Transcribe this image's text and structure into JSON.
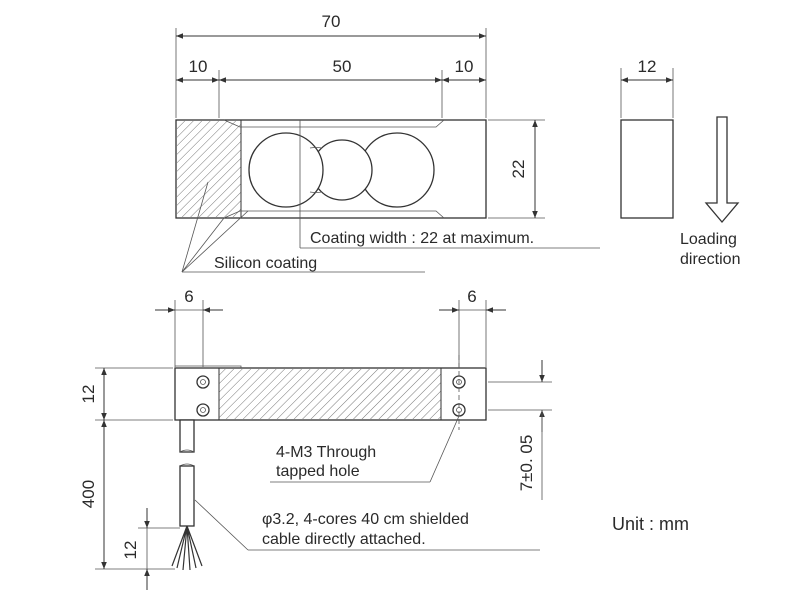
{
  "top_view": {
    "dims": {
      "overall": "70",
      "left_end": "10",
      "middle": "50",
      "right_end": "10",
      "height": "22"
    },
    "coating_note": "Coating width : 22 at maximum.",
    "silicon_label": "Silicon coating"
  },
  "side_view": {
    "width": "12"
  },
  "loading_label": [
    "Loading",
    "direction"
  ],
  "front_view": {
    "dims": {
      "left_hole": "6",
      "right_hole": "6",
      "height": "12",
      "cable_length": "400",
      "wire_length": "12",
      "offset": "7±0. 05"
    },
    "hole_note": [
      "4-M3 Through",
      "tapped hole"
    ],
    "cable_note": [
      "φ3.2, 4-cores 40 cm shielded",
      "cable directly attached."
    ]
  },
  "unit_label": "Unit : mm"
}
